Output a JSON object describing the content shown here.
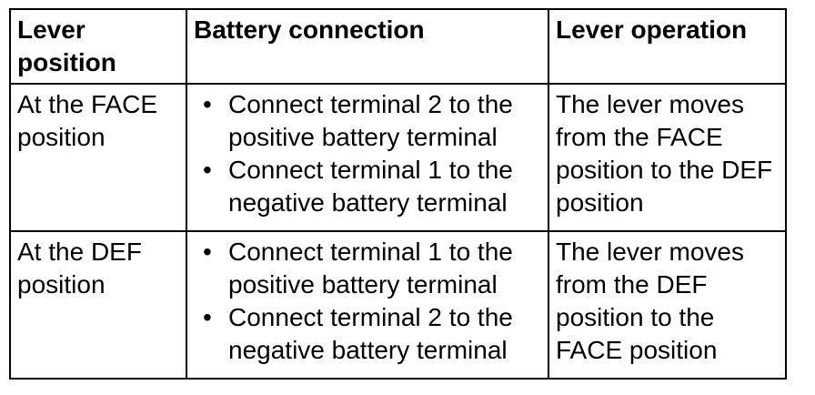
{
  "table": {
    "headers": [
      "Lever position",
      "Battery connection",
      "Lever operation"
    ],
    "rows": [
      {
        "position": "At the FACE position",
        "connections": [
          "Connect terminal 2 to the positive battery terminal",
          "Connect terminal 1 to the negative battery terminal"
        ],
        "operation": "The lever moves from the FACE position to the DEF position"
      },
      {
        "position": "At the DEF position",
        "connections": [
          "Connect terminal 1 to the positive battery terminal",
          "Connect terminal 2 to the negative battery terminal"
        ],
        "operation": "The lever moves from the DEF position to the FACE position"
      }
    ]
  }
}
